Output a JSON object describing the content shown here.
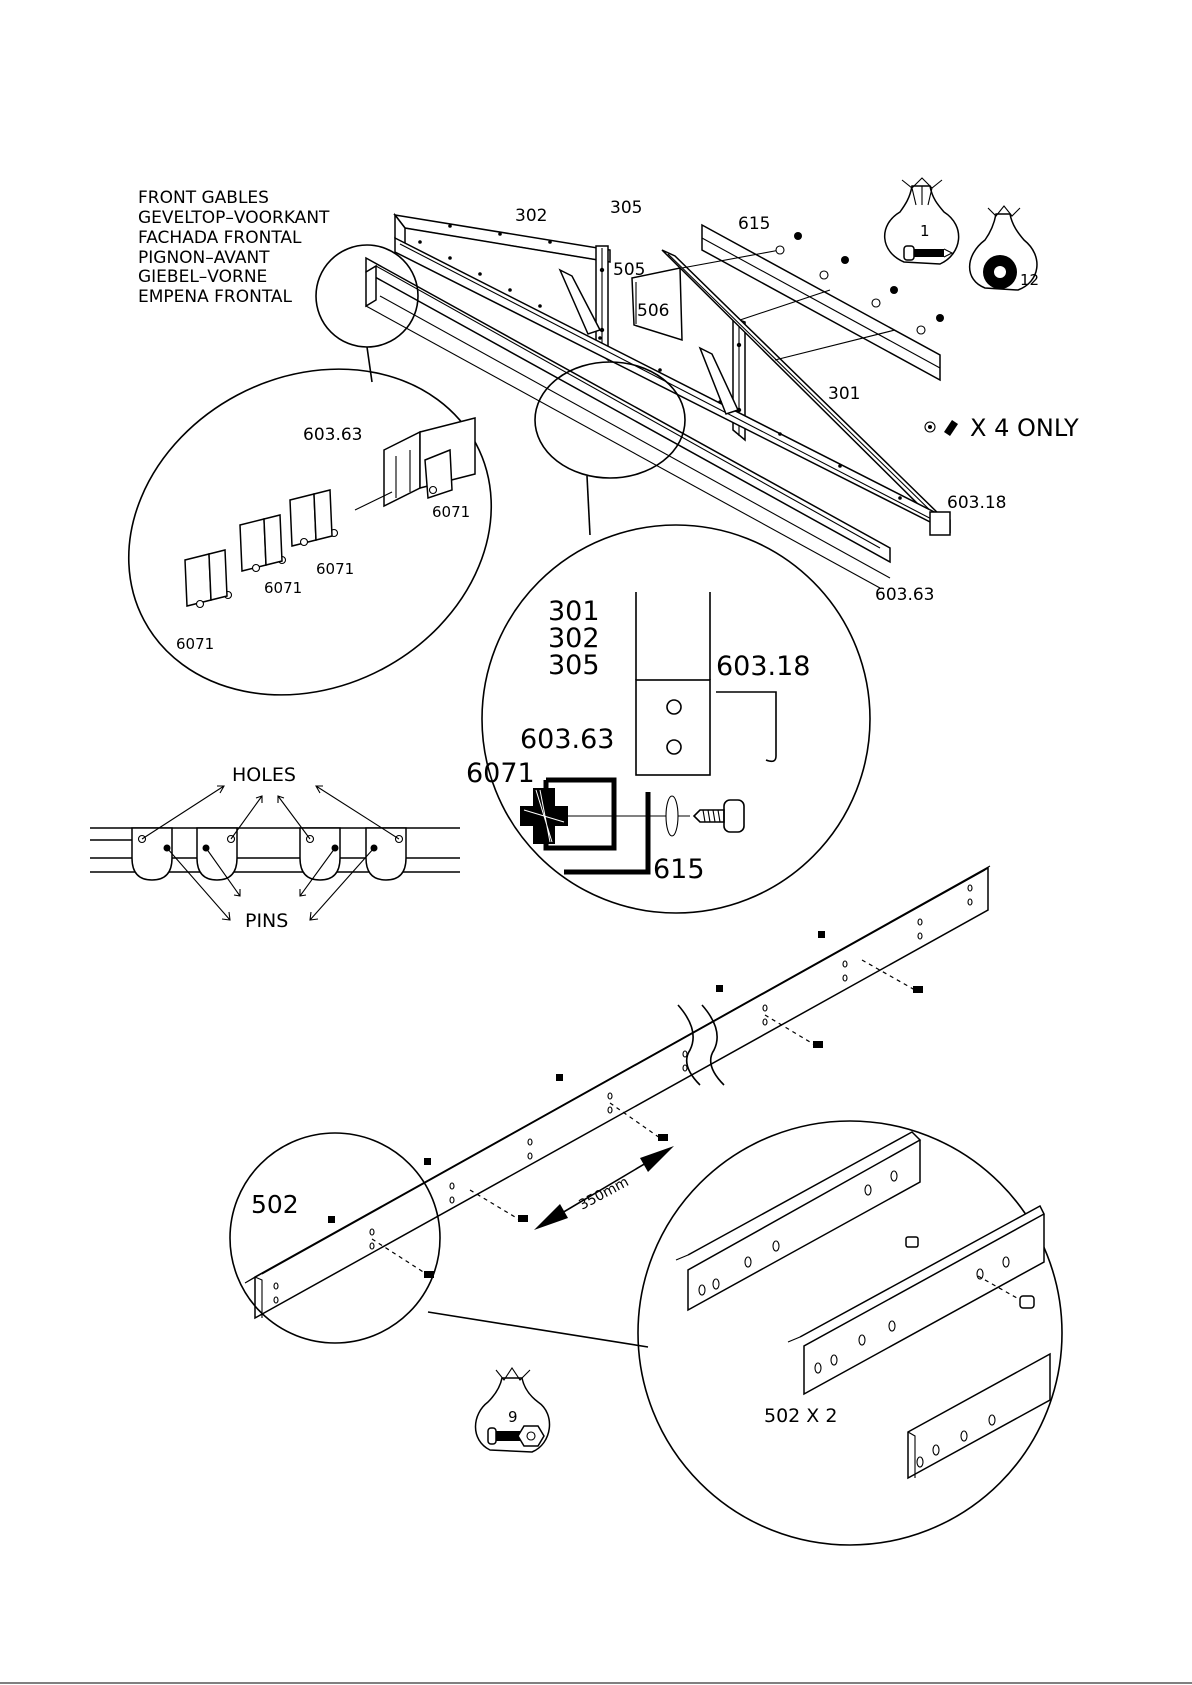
{
  "title_lines": [
    "FRONT GABLES",
    "GEVELTOP–VOORKANT",
    "FACHADA FRONTAL",
    "PIGNON–AVANT",
    "GIEBEL–VORNE",
    "EMPENA FRONTAL"
  ],
  "parts": {
    "p301": "301",
    "p302": "302",
    "p305": "305",
    "p505": "505",
    "p506": "506",
    "p615": "615",
    "p603_18": "603.18",
    "p603_63": "603.63",
    "p6071": "6071",
    "p502": "502"
  },
  "bags": {
    "screws": "1",
    "washers": "12",
    "bolts": "9"
  },
  "note_x4_only": "X  4  ONLY",
  "holes_label": "HOLES",
  "pins_label": "PINS",
  "dimension_350": "350mm",
  "label_502_x2": "502  X  2",
  "icons": [
    "screw-icon",
    "washer-icon",
    "hardware-bag-icon",
    "bolt-icon",
    "nut-icon"
  ]
}
